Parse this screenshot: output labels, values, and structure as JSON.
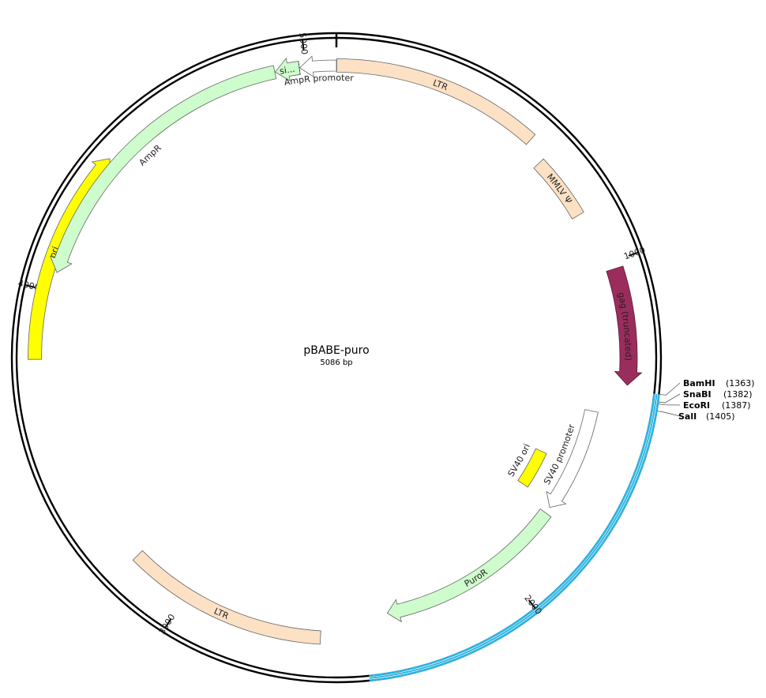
{
  "plasmid": {
    "name": "pBABE-puro",
    "size_label": "5086 bp",
    "length": 5086
  },
  "colors": {
    "backbone": "#000000",
    "mcs_highlight": "#29b6e6",
    "ltr": "#fde1c5",
    "gag": "#9b2d5c",
    "promoter": "#ffffff",
    "ori": "#ffff00",
    "resistance": "#cefccc"
  },
  "ticks": [
    {
      "pos": 1000,
      "label": "1000"
    },
    {
      "pos": 2000,
      "label": "2000"
    },
    {
      "pos": 3000,
      "label": "3000"
    },
    {
      "pos": 4000,
      "label": "4000"
    },
    {
      "pos": 5000,
      "label": "5000"
    }
  ],
  "features": [
    {
      "id": "ltr-5prime",
      "label": "LTR",
      "start": 1,
      "end": 589,
      "strand": 0,
      "type": "ltr"
    },
    {
      "id": "mmlv-psi",
      "label": "MMLV Ψ",
      "start": 652,
      "end": 841,
      "strand": 0,
      "type": "ltr"
    },
    {
      "id": "gag-truncated",
      "label": "gag (truncated)",
      "start": 1021,
      "end": 1348,
      "strand": 1,
      "type": "gag"
    },
    {
      "id": "sv40-promoter",
      "label": "SV40 promoter",
      "start": 1438,
      "end": 1767,
      "strand": 1,
      "type": "promoter"
    },
    {
      "id": "sv40-ori",
      "label": "SV40 ori",
      "start": 1618,
      "end": 1753,
      "strand": 0,
      "type": "ori"
    },
    {
      "id": "puror",
      "label": "PuroR",
      "start": 1788,
      "end": 2384,
      "strand": 1,
      "type": "resistance"
    },
    {
      "id": "ltr-3prime",
      "label": "LTR",
      "start": 2589,
      "end": 3181,
      "strand": 0,
      "type": "ltr"
    },
    {
      "id": "ori",
      "label": "ori",
      "start": 3810,
      "end": 4398,
      "strand": 1,
      "type": "ori"
    },
    {
      "id": "ampr",
      "label": "AmpR",
      "start": 4054,
      "end": 4914,
      "strand": -1,
      "type": "resistance"
    },
    {
      "id": "signal-seq",
      "label": "si...",
      "start": 4915,
      "end": 4983,
      "strand": -1,
      "type": "resistance"
    },
    {
      "id": "ampr-promoter",
      "label": "AmpR promoter",
      "start": 4984,
      "end": 5086,
      "strand": -1,
      "type": "promoter"
    }
  ],
  "highlight": {
    "start": 1363,
    "end": 2460
  },
  "sites": [
    {
      "name": "BamHI",
      "pos_label": "(1363)",
      "pos": 1363
    },
    {
      "name": "SnaBI",
      "pos_label": "(1382)",
      "pos": 1382
    },
    {
      "name": "EcoRI",
      "pos_label": "(1387)",
      "pos": 1387
    },
    {
      "name": "SalI",
      "pos_label": "(1405)",
      "pos": 1405
    }
  ]
}
